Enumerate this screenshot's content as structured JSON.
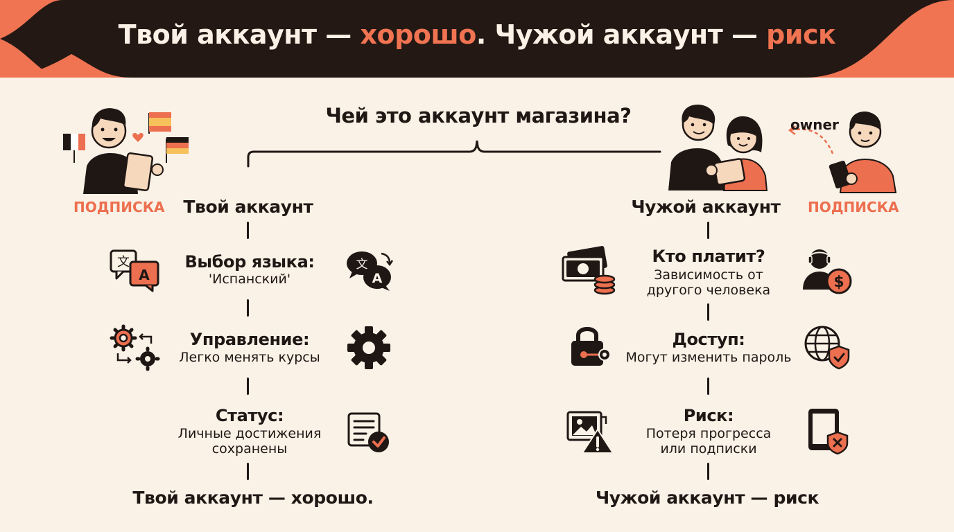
{
  "title": {
    "part1": "Твой аккаунт — ",
    "part1_accent": "хорошо",
    "part2": ". Чужой аккаунт — ",
    "part2_accent": "риск"
  },
  "question": "Чей это аккаунт магазина?",
  "left": {
    "subscription_label": "ПОДПИСКА",
    "heading": "Твой аккаунт",
    "items": [
      {
        "title": "Выбор языка:",
        "desc": "'Испанский'"
      },
      {
        "title": "Управление:",
        "desc": "Легко менять курсы"
      },
      {
        "title": "Статус:",
        "desc": "Личные достижения сохранены"
      }
    ],
    "bottom": "Твой аккаунт — хорошо."
  },
  "right": {
    "subscription_label": "ПОДПИСКА",
    "owner_label": "owner",
    "heading": "Чужой аккаунт",
    "items": [
      {
        "title": "Кто платит?",
        "desc": "Зависимость от другого человека"
      },
      {
        "title": "Доступ:",
        "desc": "Могут изменить пароль"
      },
      {
        "title": "Риск:",
        "desc": "Потеря прогресса или подписки"
      }
    ],
    "bottom": "Чужой аккаунт — риск"
  },
  "colors": {
    "banner_dark": "#231814",
    "accent": "#f07452",
    "background": "#faf1e7",
    "ink": "#1f1714"
  }
}
